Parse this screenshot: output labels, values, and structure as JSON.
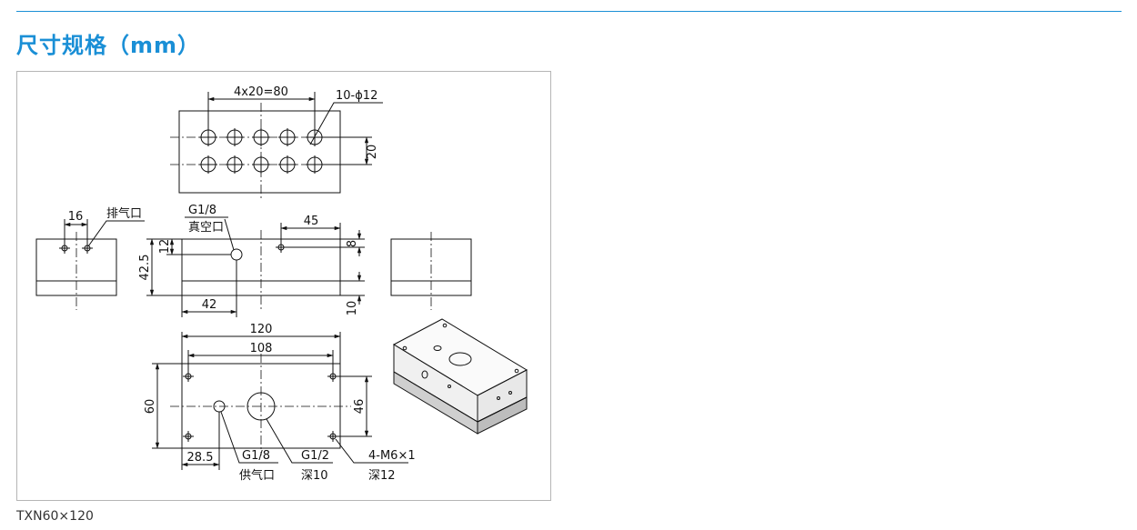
{
  "header": {
    "title": "尺寸规格（mm）"
  },
  "drawing": {
    "dim_hole_pitch": "4x20=80",
    "dim_hole_callout": "10-ϕ12",
    "dim_row_spacing": "20",
    "dim_side_16": "16",
    "label_exhaust": "排气口",
    "label_g18_top": "G1/8",
    "label_vacuum": "真空口",
    "dim_45": "45",
    "dim_12": "12",
    "dim_8": "8",
    "dim_42_5": "42.5",
    "dim_42": "42",
    "dim_10": "10",
    "dim_120": "120",
    "dim_108": "108",
    "dim_60": "60",
    "dim_46": "46",
    "dim_28_5": "28.5",
    "label_g18_bottom": "G1/8",
    "label_supply": "供气口",
    "label_g12": "G1/2",
    "label_depth10": "深10",
    "label_m6": "4-M6×1",
    "label_depth12": "深12"
  },
  "caption": "TXN60×120"
}
